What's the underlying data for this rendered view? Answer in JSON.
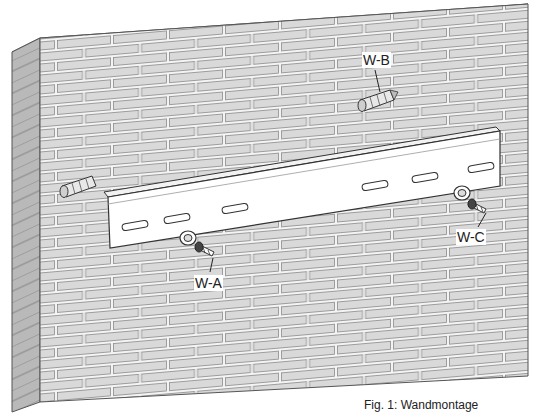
{
  "diagram": {
    "caption": "Fig. 1: Wandmontage",
    "labels": [
      "W-B",
      "W-A",
      "W-C"
    ]
  }
}
